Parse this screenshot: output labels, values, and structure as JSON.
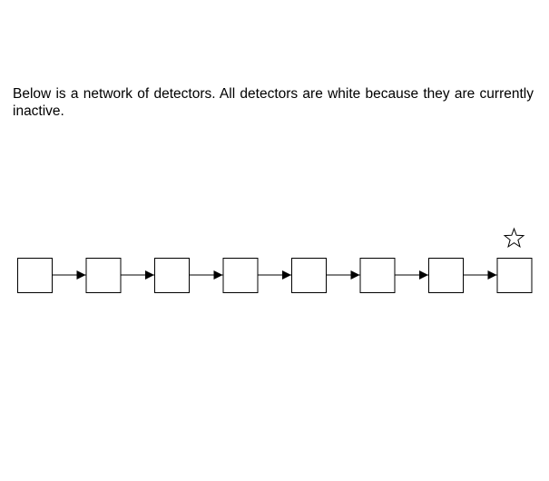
{
  "instructions": "Below is a network of detectors. All detectors are white because they are currently inactive.",
  "network": {
    "detectors": [
      {
        "state": "inactive",
        "color": "#ffffff",
        "marked": false
      },
      {
        "state": "inactive",
        "color": "#ffffff",
        "marked": false
      },
      {
        "state": "inactive",
        "color": "#ffffff",
        "marked": false
      },
      {
        "state": "inactive",
        "color": "#ffffff",
        "marked": false
      },
      {
        "state": "inactive",
        "color": "#ffffff",
        "marked": false
      },
      {
        "state": "inactive",
        "color": "#ffffff",
        "marked": false
      },
      {
        "state": "inactive",
        "color": "#ffffff",
        "marked": false
      },
      {
        "state": "inactive",
        "color": "#ffffff",
        "marked": true
      }
    ],
    "connections": [
      [
        0,
        1
      ],
      [
        1,
        2
      ],
      [
        2,
        3
      ],
      [
        3,
        4
      ],
      [
        4,
        5
      ],
      [
        5,
        6
      ],
      [
        6,
        7
      ]
    ],
    "marker_icon": "star-outline-icon",
    "stroke_color": "#000000"
  }
}
